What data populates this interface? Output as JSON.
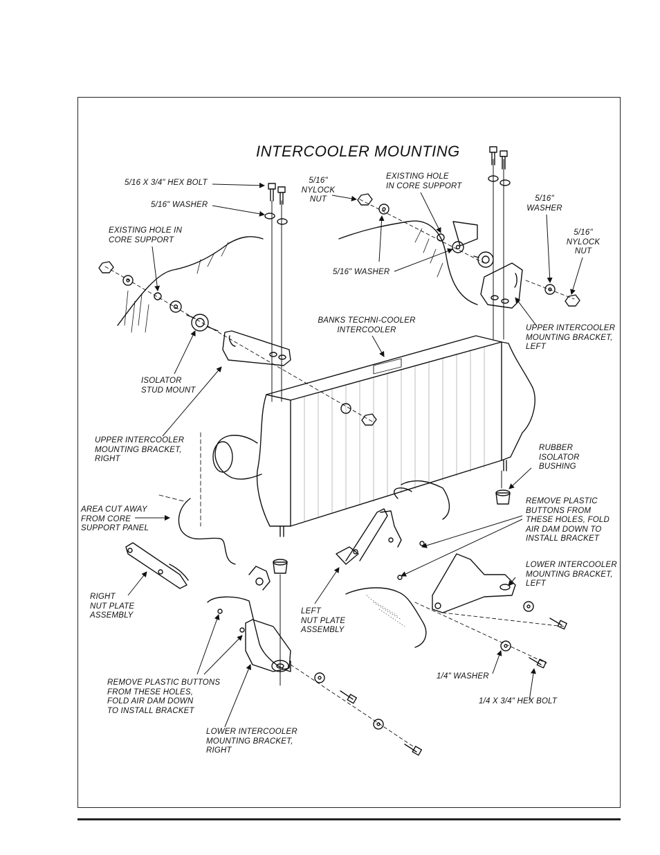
{
  "diagram": {
    "title": "INTERCOOLER MOUNTING",
    "labels": {
      "hex_bolt_516": "5/16 x 3/4\" HEX BOLT",
      "washer_516_left": "5/16\" WASHER",
      "existing_hole_left": "EXISTING HOLE IN\nCORE SUPPORT",
      "nylock_nut_center": "5/16\"\nNYLOCK\nNUT",
      "existing_hole_center": "EXISTING HOLE\nIN CORE SUPPORT",
      "washer_516_center": "5/16\" WASHER",
      "washer_516_right": "5/16\"\nWASHER",
      "nylock_nut_right": "5/16\"\nNYLOCK\nNUT",
      "techni_cooler": "BANKS TECHNI-COOLER\nINTERCOOLER",
      "upper_bracket_left": "UPPER INTERCOOLER\nMOUNTING BRACKET,\nLEFT",
      "isolator_stud": "ISOLATOR\nSTUD MOUNT",
      "upper_bracket_right": "UPPER INTERCOOLER\nMOUNTING BRACKET,\nRIGHT",
      "rubber_bushing": "RUBBER\nISOLATOR\nBUSHING",
      "remove_buttons_right": "REMOVE PLASTIC\nBUTTONS FROM\nTHESE HOLES, FOLD\nAIR DAM DOWN TO\nINSTALL BRACKET",
      "area_cut_away": "AREA CUT AWAY\nFROM CORE\nSUPPORT PANEL",
      "lower_bracket_left": "LOWER INTERCOOLER\nMOUNTING BRACKET,\nLEFT",
      "right_nut_plate": "RIGHT\nNUT PLATE\nASSEMBLY",
      "left_nut_plate": "LEFT\nNUT PLATE\nASSEMBLY",
      "washer_14": "1/4\" WASHER",
      "remove_buttons_left": "REMOVE PLASTIC BUTTONS\nFROM THESE HOLES,\nFOLD AIR DAM DOWN\nTO INSTALL BRACKET",
      "hex_bolt_14": "1/4 x 3/4\" HEX BOLT",
      "lower_bracket_right": "LOWER INTERCOOLER\nMOUNTING BRACKET,\nRIGHT"
    }
  }
}
